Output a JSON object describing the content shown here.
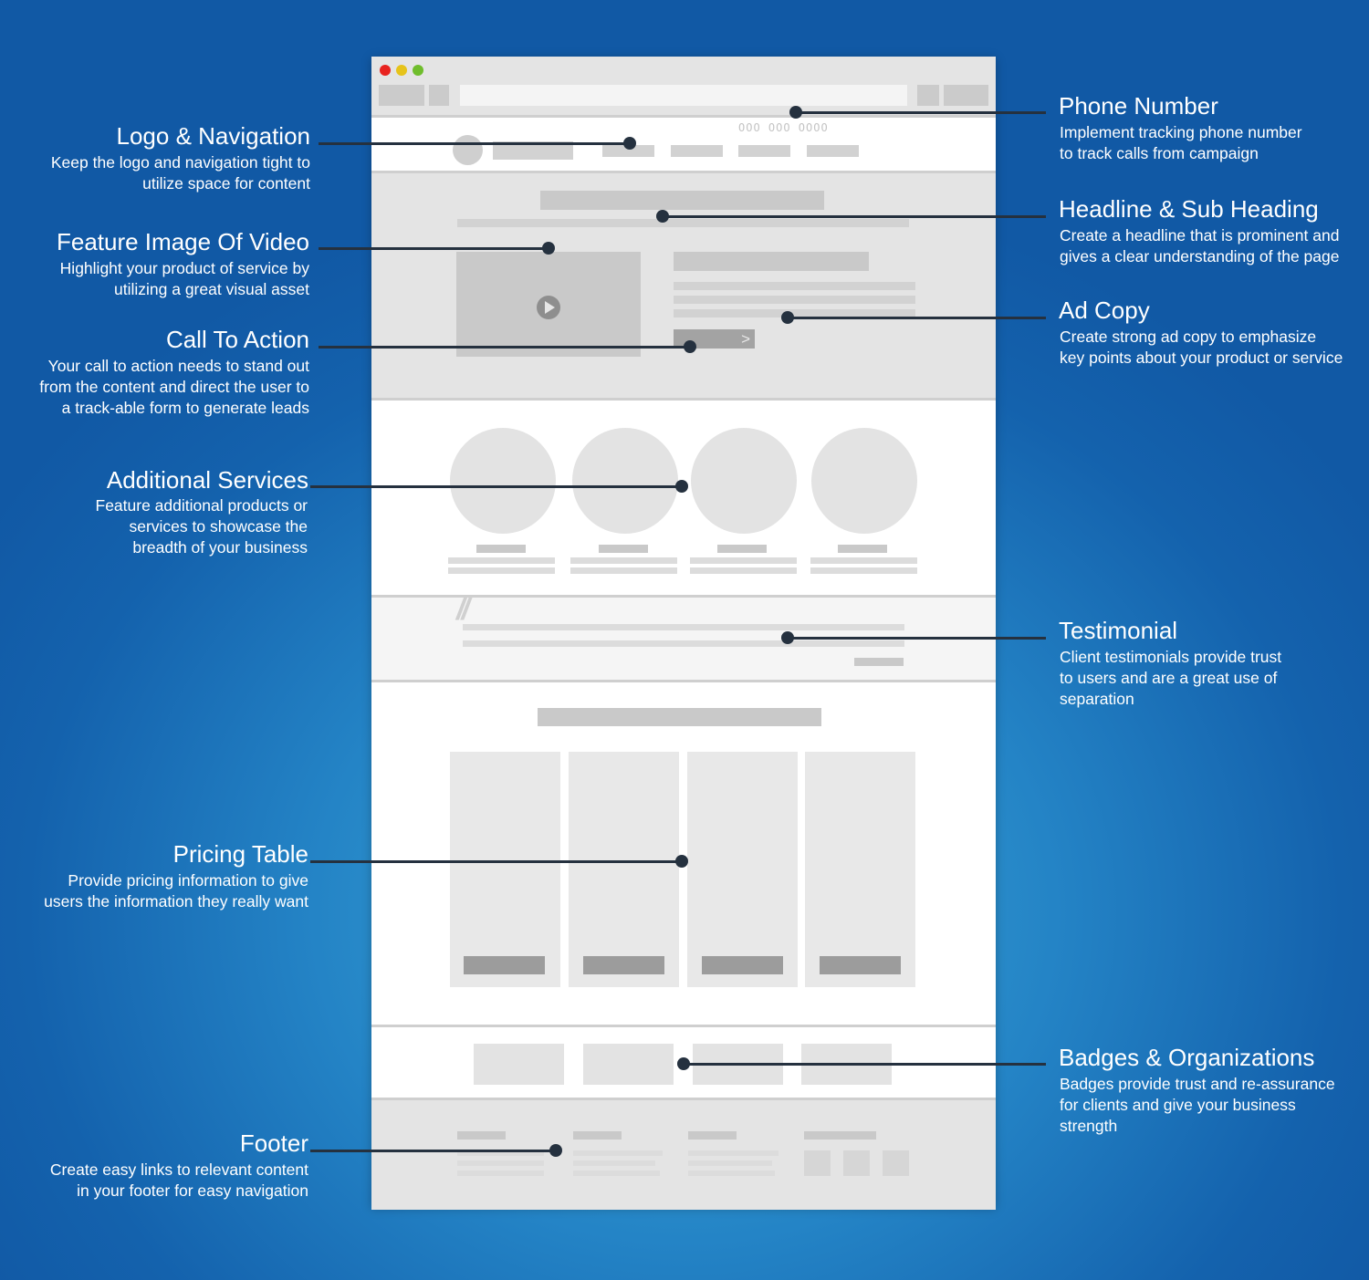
{
  "annotations": {
    "logo_navigation": {
      "title": "Logo & Navigation",
      "description": "Keep the logo and navigation tight to\nutilize space for content"
    },
    "feature_image": {
      "title": "Feature Image Of Video",
      "description": "Highlight your product of service by\nutilizing a great visual asset"
    },
    "call_to_action": {
      "title": "Call To Action",
      "description": "Your call to action needs to stand out\nfrom the content and direct the user to\na track-able form to generate leads"
    },
    "additional_services": {
      "title": "Additional Services",
      "description": "Feature additional products or\nservices to showcase the\nbreadth of your business"
    },
    "pricing_table": {
      "title": "Pricing Table",
      "description": "Provide pricing information to give\nusers the information they really want"
    },
    "footer": {
      "title": "Footer",
      "description": "Create easy links to relevant content\nin your footer for easy navigation"
    },
    "phone_number": {
      "title": "Phone Number",
      "description": "Implement tracking phone number\nto track calls from campaign"
    },
    "headline": {
      "title": "Headline & Sub Heading",
      "description": "Create a headline that is prominent and\ngives a clear understanding of the page"
    },
    "ad_copy": {
      "title": "Ad Copy",
      "description": "Create strong ad copy to emphasize\nkey points about your product or service"
    },
    "testimonial": {
      "title": "Testimonial",
      "description": "Client testimonials provide trust\nto users and are a great use of\nseparation"
    },
    "badges": {
      "title": "Badges & Organizations",
      "description": "Badges provide trust and re-assurance\nfor clients and give your business\nstrength"
    }
  },
  "wireframe": {
    "phone_placeholder": "OOO OOO OOOO",
    "testimonial_quote_glyph": "//",
    "cta_arrow": ">",
    "window_controls": [
      "#e8231f",
      "#e6c31a",
      "#6fbd2c"
    ]
  },
  "colors": {
    "connector": "#25313f",
    "background": "#1462ad"
  }
}
